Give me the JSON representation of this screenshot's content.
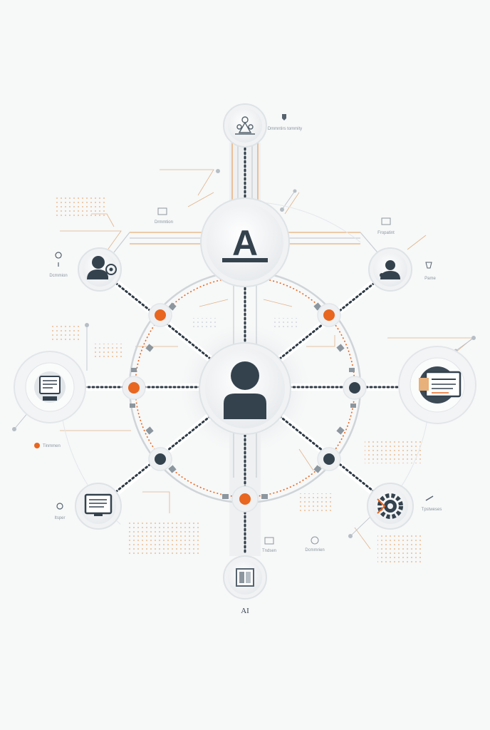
{
  "colors": {
    "background": "#f7f8f8",
    "dark": "#34424e",
    "accent": "#e8661f",
    "accent_soft": "#e8b07a",
    "line": "#c7cdd2",
    "node_fill": "#eef0f2",
    "node_border": "#dfe3e6"
  },
  "hub": {
    "top_letter": "A",
    "center_icon": "person-icon"
  },
  "nodes": {
    "top": {
      "icon": "organization-icon",
      "caption": "Dmmntirs tommity"
    },
    "left_upper": {
      "icon": "user-settings-icon",
      "caption": "Dcmmion"
    },
    "right_upper": {
      "icon": "user-icon",
      "caption": "Pame"
    },
    "left_middle": {
      "icon": "document-icon",
      "caption": "Tinmmen"
    },
    "right_middle": {
      "icon": "document-window-icon",
      "caption": ""
    },
    "left_lower": {
      "icon": "monitor-icon",
      "caption": "Itsper"
    },
    "right_lower": {
      "icon": "gear-icon",
      "caption": "Tpstweses"
    },
    "bottom": {
      "icon": "archive-icon",
      "caption": ""
    }
  },
  "captions": {
    "upper_left_mid": "Drmmtion",
    "upper_right_mid": "Fropatint",
    "bottom_left": "Tndsen",
    "bottom_right": "Dcmmrien",
    "bottom_text": "AI"
  }
}
